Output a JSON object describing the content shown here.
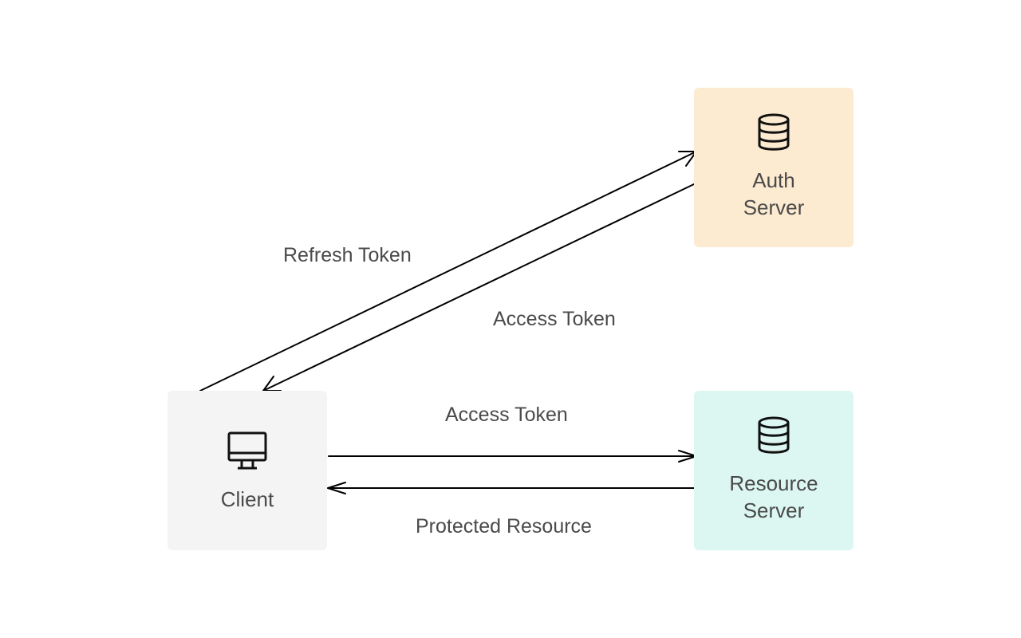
{
  "nodes": {
    "auth": {
      "label": "Auth\nServer",
      "icon": "database-icon",
      "fill": "#fdebd1"
    },
    "client": {
      "label": "Client",
      "icon": "monitor-icon",
      "fill": "#f4f4f4"
    },
    "resource": {
      "label": "Resource\nServer",
      "icon": "database-icon",
      "fill": "#dcf7f1"
    }
  },
  "edges": {
    "refresh_token": {
      "label": "Refresh Token",
      "from": "client",
      "to": "auth"
    },
    "access_token_issue": {
      "label": "Access Token",
      "from": "auth",
      "to": "client"
    },
    "access_token_request": {
      "label": "Access Token",
      "from": "client",
      "to": "resource"
    },
    "protected_resource": {
      "label": "Protected Resource",
      "from": "resource",
      "to": "client"
    }
  },
  "colors": {
    "line": "#000000",
    "text": "#4a4a4a"
  }
}
